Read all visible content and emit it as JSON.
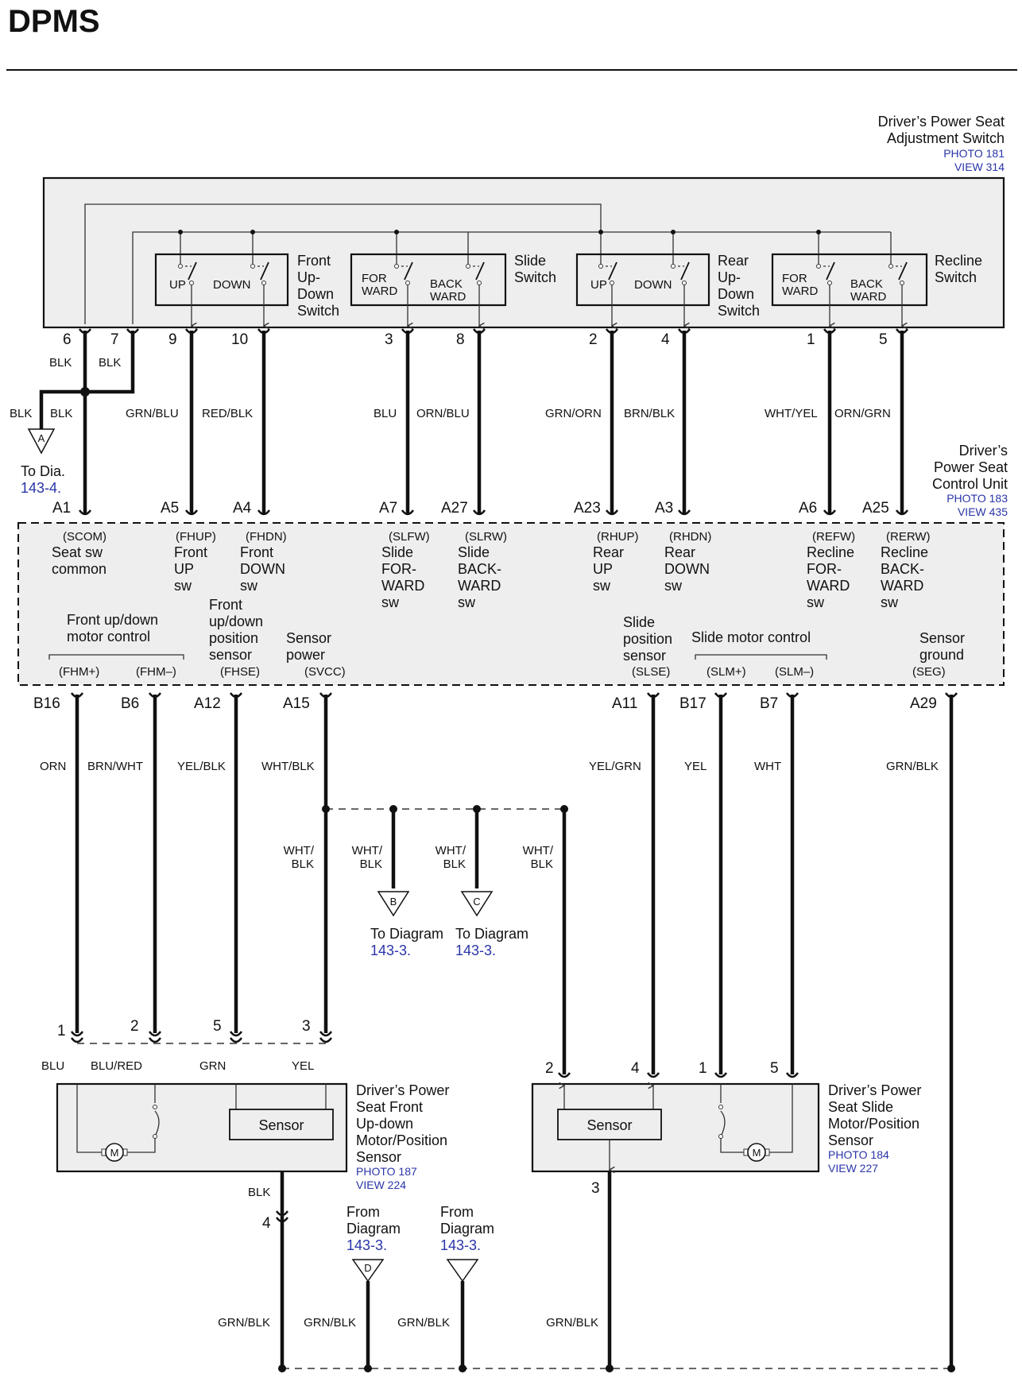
{
  "title": "DPMS",
  "switch_unit": {
    "name": [
      "Driver’s Power Seat",
      "Adjustment Switch"
    ],
    "photo": "PHOTO 181",
    "view": "VIEW 314",
    "groups": [
      {
        "name": [
          "Front",
          "Up-",
          "Down",
          "Switch"
        ],
        "left": "UP",
        "right": "DOWN"
      },
      {
        "name": [
          "Slide",
          "Switch"
        ],
        "left": [
          "FOR",
          "WARD"
        ],
        "right": [
          "BACK",
          "WARD"
        ]
      },
      {
        "name": [
          "Rear",
          "Up-",
          "Down",
          "Switch"
        ],
        "left": "UP",
        "right": "DOWN"
      },
      {
        "name": [
          "Recline",
          "Switch"
        ],
        "left": [
          "FOR",
          "WARD"
        ],
        "right": [
          "BACK",
          "WARD"
        ]
      }
    ],
    "pins": [
      "6",
      "7",
      "9",
      "10",
      "3",
      "8",
      "2",
      "4",
      "1",
      "5"
    ]
  },
  "upper_wires": {
    "blk_6": "BLK",
    "blk_7": "BLK",
    "blk_branch": "BLK",
    "blk_down": "BLK",
    "colors": [
      "GRN/BLU",
      "RED/BLK",
      "BLU",
      "ORN/BLU",
      "GRN/ORN",
      "BRN/BLK",
      "WHT/YEL",
      "ORN/GRN"
    ]
  },
  "ground_ref_a": {
    "letter": "A",
    "to": "To Dia.",
    "page": "143-4."
  },
  "control_unit": {
    "name": [
      "Driver’s",
      "Power Seat",
      "Control Unit"
    ],
    "photo": "PHOTO 183",
    "view": "VIEW 435",
    "top_pins": [
      "A1",
      "A5",
      "A4",
      "A7",
      "A27",
      "A23",
      "A3",
      "A6",
      "A25"
    ],
    "top_terminals": [
      {
        "code": "(SCOM)",
        "desc": [
          "Seat sw",
          "common"
        ]
      },
      {
        "code": "(FHUP)",
        "desc": [
          "Front",
          "UP",
          "sw"
        ]
      },
      {
        "code": "(FHDN)",
        "desc": [
          "Front",
          "DOWN",
          "sw"
        ]
      },
      {
        "code": "(SLFW)",
        "desc": [
          "Slide",
          "FOR-",
          "WARD",
          "sw"
        ]
      },
      {
        "code": "(SLRW)",
        "desc": [
          "Slide",
          "BACK-",
          "WARD",
          "sw"
        ]
      },
      {
        "code": "(RHUP)",
        "desc": [
          "Rear",
          "UP",
          "sw"
        ]
      },
      {
        "code": "(RHDN)",
        "desc": [
          "Rear",
          "DOWN",
          "sw"
        ]
      },
      {
        "code": "(REFW)",
        "desc": [
          "Recline",
          "FOR-",
          "WARD",
          "sw"
        ]
      },
      {
        "code": "(RERW)",
        "desc": [
          "Recline",
          "BACK-",
          "WARD",
          "sw"
        ]
      }
    ],
    "bottom_groups": {
      "front_motor": [
        "Front up/down",
        "motor control"
      ],
      "front_sensor": [
        "Front",
        "up/down",
        "position",
        "sensor"
      ],
      "sensor_power": [
        "Sensor",
        "power"
      ],
      "slide_sensor": [
        "Slide",
        "position",
        "sensor"
      ],
      "slide_motor": "Slide motor control",
      "sensor_ground": [
        "Sensor",
        "ground"
      ]
    },
    "bottom_codes": [
      "(FHM+)",
      "(FHM–)",
      "(FHSE)",
      "(SVCC)",
      "(SLSE)",
      "(SLM+)",
      "(SLM–)",
      "(SEG)"
    ],
    "bottom_pins": [
      "B16",
      "B6",
      "A12",
      "A15",
      "A11",
      "B17",
      "B7",
      "A29"
    ]
  },
  "lower_wires": {
    "colors": [
      "ORN",
      "BRN/WHT",
      "YEL/BLK",
      "WHT/BLK",
      "YEL/GRN",
      "YEL",
      "WHT",
      "GRN/BLK"
    ],
    "splice_branches": [
      [
        "WHT/",
        "BLK"
      ],
      [
        "WHT/",
        "BLK"
      ],
      [
        "WHT/",
        "BLK"
      ],
      [
        "WHT/",
        "BLK"
      ]
    ],
    "ref_b": {
      "letter": "B",
      "to": "To Diagram",
      "page": "143-3."
    },
    "ref_c": {
      "letter": "C",
      "to": "To Diagram",
      "page": "143-3."
    }
  },
  "front_sensor": {
    "name": [
      "Driver’s Power",
      "Seat Front",
      "Up-down",
      "Motor/Position",
      "Sensor"
    ],
    "photo": "PHOTO 187",
    "view": "VIEW 224",
    "pins": [
      "1",
      "2",
      "5",
      "3"
    ],
    "pin_colors": [
      "BLU",
      "BLU/RED",
      "GRN",
      "YEL"
    ],
    "sensor_label": "Sensor",
    "motor_label": "M",
    "ground_pin": "4",
    "ground_color": "BLK"
  },
  "slide_sensor": {
    "name": [
      "Driver’s Power",
      "Seat Slide",
      "Motor/Position",
      "Sensor"
    ],
    "photo": "PHOTO 184",
    "view": "VIEW 227",
    "pins": [
      "2",
      "4",
      "1",
      "5"
    ],
    "sensor_label": "Sensor",
    "motor_label": "M",
    "ground_pin": "3"
  },
  "ground_bus": {
    "colors": [
      "GRN/BLK",
      "GRN/BLK",
      "GRN/BLK",
      "GRN/BLK"
    ],
    "ref_d": {
      "letter": "D",
      "from": [
        "From",
        "Diagram"
      ],
      "page": "143-3."
    },
    "ref_e": {
      "from": [
        "From",
        "Diagram"
      ],
      "page": "143-3."
    }
  }
}
